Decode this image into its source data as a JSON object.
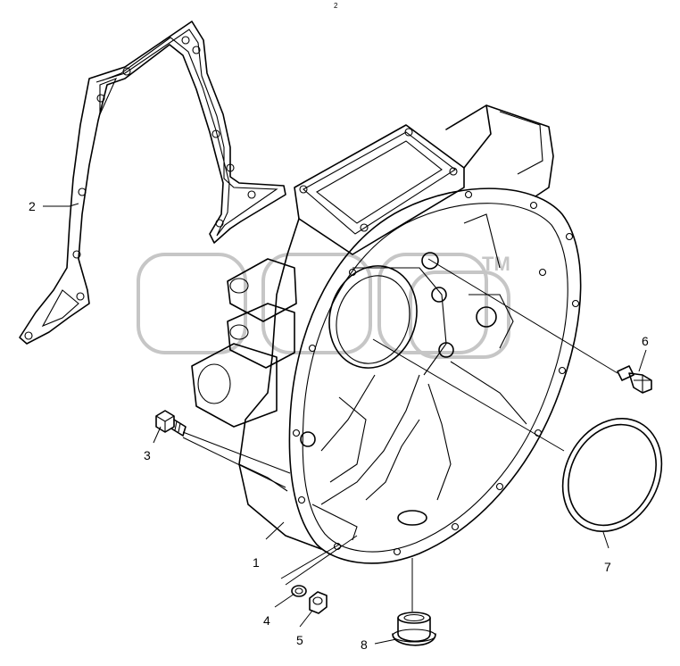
{
  "diagram": {
    "corner_mark": "2",
    "watermark": {
      "text": "эпаб",
      "trademark": "TM",
      "color": "#c6c6c6"
    },
    "callouts": [
      {
        "id": "1",
        "part": "flywheel-housing"
      },
      {
        "id": "2",
        "part": "gasket"
      },
      {
        "id": "3",
        "part": "bolt"
      },
      {
        "id": "4",
        "part": "washer"
      },
      {
        "id": "5",
        "part": "nut"
      },
      {
        "id": "6",
        "part": "bolt"
      },
      {
        "id": "7",
        "part": "o-ring"
      },
      {
        "id": "8",
        "part": "plug"
      }
    ]
  }
}
